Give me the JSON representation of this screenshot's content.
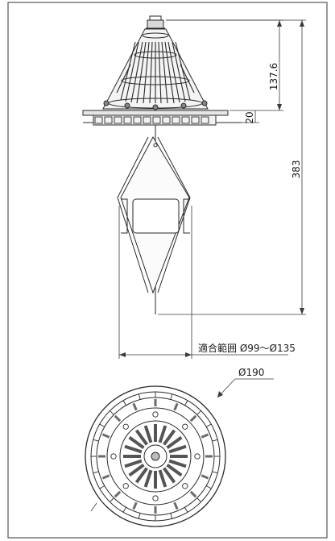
{
  "dimensions": {
    "cone_height": "137.6",
    "flange_thickness": "20",
    "total_height": "383",
    "fit_range": "適合範囲 Ø99～Ø135",
    "outer_diameter": "Ø190"
  },
  "colors": {
    "line": "#2a2a2a",
    "dim_line": "#3a3a3a",
    "frame_border": "#555555",
    "background": "#ffffff"
  }
}
